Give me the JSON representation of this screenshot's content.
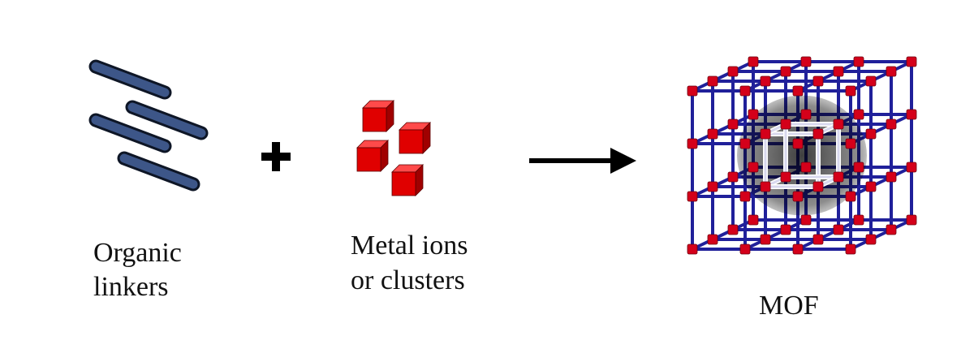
{
  "labels": {
    "linkers_line1": "Organic",
    "linkers_line2": "linkers",
    "metal_line1": "Metal ions",
    "metal_line2": "or clusters",
    "product": "MOF"
  },
  "symbols": {
    "plus": "+",
    "arrow": "right-arrow-icon"
  },
  "colors": {
    "linker_fill": "#3d5688",
    "linker_stroke": "#0e1626",
    "metal_front": "#e00000",
    "metal_top": "#ff4a4a",
    "metal_side": "#a00000",
    "framework_bond": "#20209a",
    "framework_node": "#d4001a",
    "inner_bond": "#d8d8ee",
    "arrow": "#000000"
  }
}
